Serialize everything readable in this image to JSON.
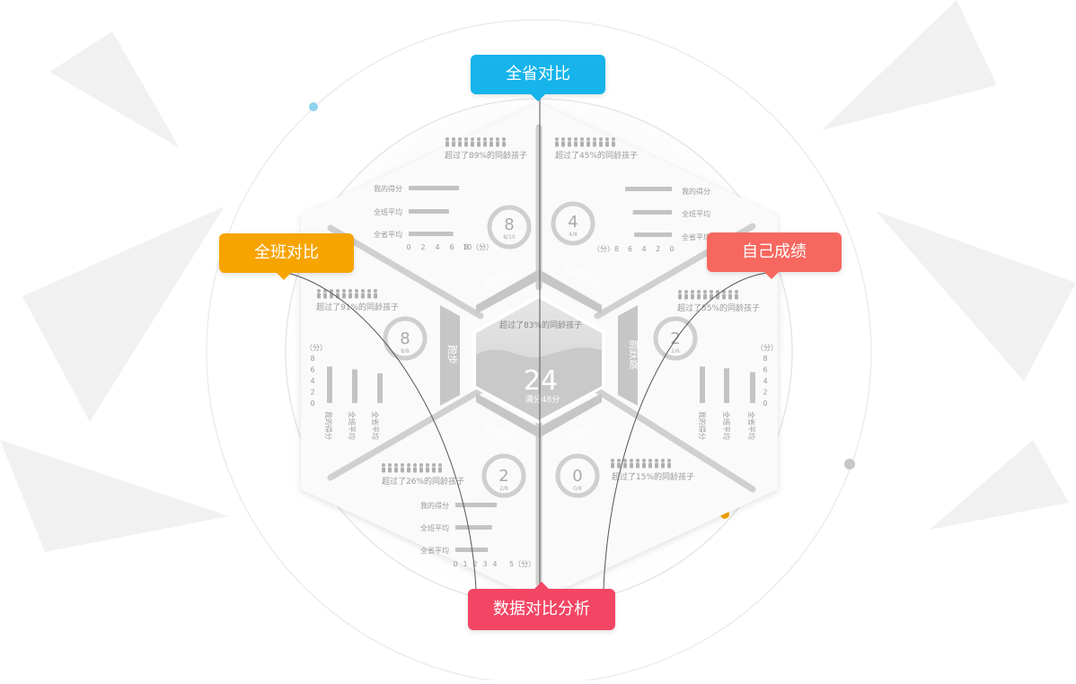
{
  "tags": {
    "province": "全省对比",
    "class": "全班对比",
    "self": "自己成绩",
    "data": "数据对比分析"
  },
  "center": {
    "exceed_text": "超过了83%的同龄孩子",
    "score": "24",
    "full": "满分48分"
  },
  "legend_labels": {
    "mine": "我的得分",
    "class": "全班平均",
    "province": "全省平均"
  },
  "unit_label": "（分）",
  "unit_label_h": "10（分）",
  "unit_label_rev": "（分）8",
  "unit_label_bottom": "5（分）",
  "panels": {
    "dan_jiao_tiao": {
      "label": "单脚跳",
      "exceed": "超过了89%的同龄孩子",
      "score": "8",
      "score_sub": "8/10",
      "axis": [
        "0",
        "2",
        "4",
        "6",
        "8"
      ],
      "values": {
        "mine": 7,
        "class": 5.6,
        "province": 6.2
      }
    },
    "li_ding_tiao_yuan": {
      "label": "立定跳远",
      "exceed": "超过了45%的同龄孩子",
      "score": "4",
      "score_sub": "4/8",
      "axis": [
        "6",
        "4",
        "2",
        "0"
      ],
      "values": {
        "mine": 6.7,
        "class": 5.6,
        "province": 5.4
      }
    },
    "pao_bu": {
      "label": "跑步",
      "exceed": "超过了91%的同龄孩子",
      "score": "8",
      "score_sub": "8/8",
      "axis": [
        "8",
        "6",
        "4",
        "2",
        "0"
      ],
      "values": {
        "mine": 6.5,
        "class": 6,
        "province": 5.3
      }
    },
    "qian_yue_tiao": {
      "label": "前跃跳",
      "exceed": "超过了55%的同龄孩子",
      "score": "2",
      "score_sub": "2/6",
      "axis": [
        "8",
        "6",
        "4",
        "2",
        "0"
      ],
      "values": {
        "mine": 6.5,
        "class": 6.2,
        "province": 5.5
      }
    },
    "qian_hua_bu": {
      "label": "前滑步",
      "exceed": "超过了26%的同龄孩子",
      "score": "2",
      "score_sub": "2/8",
      "axis": [
        "0",
        "1",
        "2",
        "3",
        "4"
      ],
      "values": {
        "mine": 4.2,
        "class": 3.7,
        "province": 3.3
      }
    },
    "ce_hua_bu": {
      "label": "侧滑步",
      "exceed": "超过了15%的同龄孩子",
      "score": "0",
      "score_sub": "0/8"
    }
  },
  "colors": {
    "province": "#16b4ea",
    "class": "#f7a400",
    "self": "#f6675f",
    "data": "#f24664",
    "panel_gray": "#bdbdbd"
  }
}
